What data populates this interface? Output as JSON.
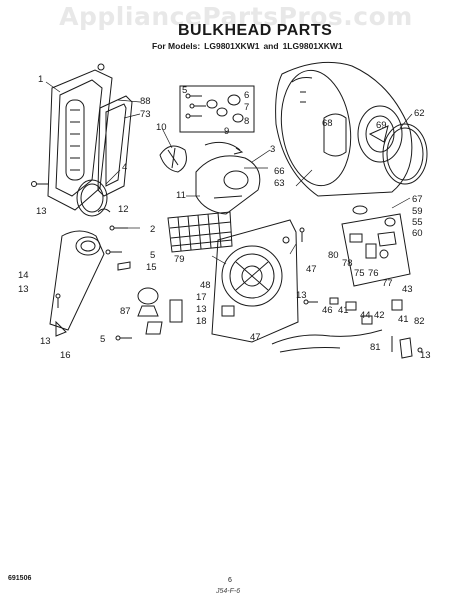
{
  "watermark": "AppliancePartsPros.com",
  "title": "BULKHEAD PARTS",
  "models": {
    "prefix": "For Models:",
    "model_1": "LG9801XKW1",
    "joiner": "and",
    "model_2": "1LG9801XKW1"
  },
  "callouts": [
    "1",
    "88",
    "73",
    "5",
    "6",
    "7",
    "8",
    "9",
    "10",
    "4",
    "13",
    "12",
    "2",
    "79",
    "3",
    "11",
    "66",
    "63",
    "62",
    "68",
    "69",
    "67",
    "59",
    "55",
    "60",
    "14",
    "13",
    "5",
    "15",
    "48",
    "47",
    "13",
    "80",
    "78",
    "75",
    "76",
    "77",
    "43",
    "17",
    "87",
    "13",
    "18",
    "46",
    "41",
    "44",
    "42",
    "41",
    "82",
    "13",
    "16",
    "5",
    "47",
    "81",
    "13"
  ],
  "footer": {
    "doc_number": "691506",
    "page_number": "6",
    "handwritten_code": "J54-F-6"
  }
}
